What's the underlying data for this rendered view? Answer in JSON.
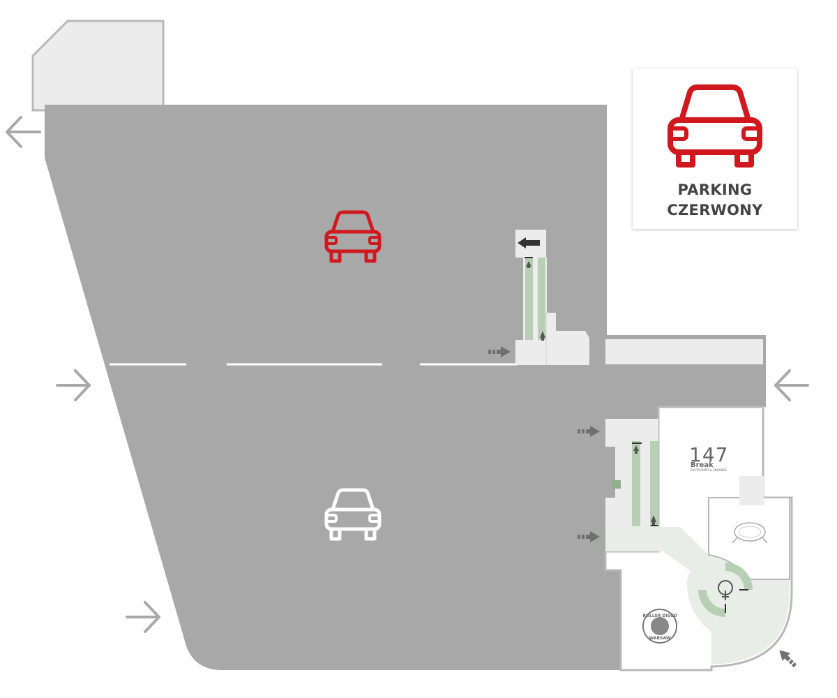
{
  "legend": {
    "line1": "PARKING",
    "line2": "CZERWONY",
    "accent_color": "#d0181f"
  },
  "colors": {
    "parking_area": "#a8a8a8",
    "building": "#ececec",
    "green": "#b7cfb3",
    "outline": "#b8b8b8",
    "arrow": "#a8a8a8",
    "dark_arrow": "#707070"
  },
  "map": {
    "active_level_icon": "car-icon",
    "other_level_icon": "car-icon",
    "shops": {
      "break147_number": "147",
      "break147_word": "Break",
      "break147_tagline": "RESTAURANT & SNOOKER",
      "roller_line1": "ROLLER DISCO",
      "roller_line2": "WARSAW"
    },
    "exit_arrows": [
      "arrow-left-icon",
      "arrow-right-icon",
      "arrow-right-icon",
      "arrow-left-icon",
      "arrow-up-left-icon"
    ]
  }
}
